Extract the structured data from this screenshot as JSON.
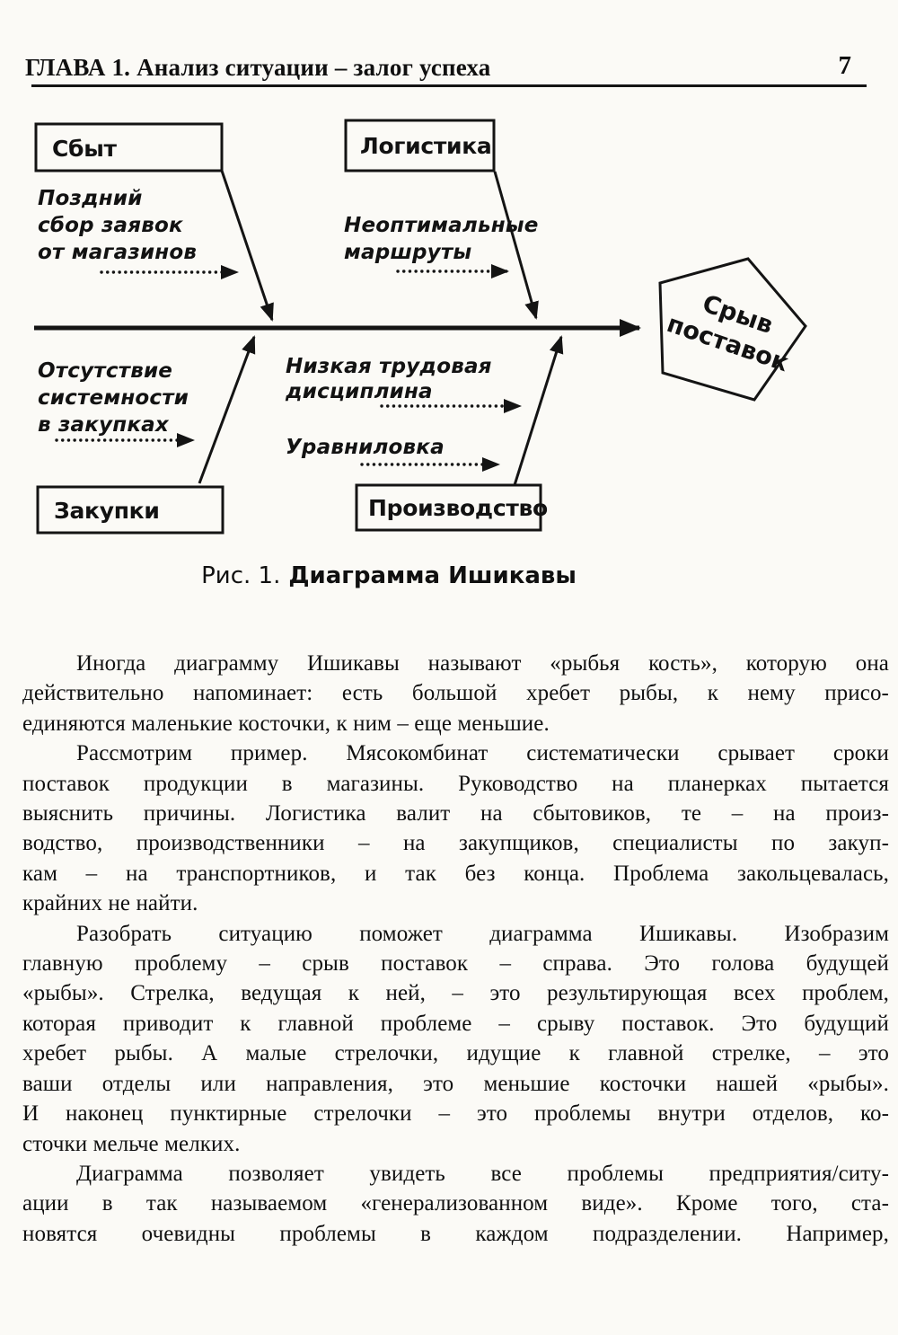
{
  "header": {
    "chapter_title": "ГЛАВА 1. Анализ ситуации – залог успеха",
    "page_number": "7"
  },
  "figure": {
    "type": "ishikawa-diagram",
    "caption_prefix": "Рис. 1.",
    "caption_title": "Диаграмма Ишикавы",
    "problem_head": {
      "lines": [
        "Срыв",
        "поставок"
      ]
    },
    "categories": [
      {
        "name": "Сбыт"
      },
      {
        "name": "Логистика"
      },
      {
        "name": "Закупки"
      },
      {
        "name": "Производство"
      }
    ],
    "causes": {
      "sbyt": {
        "lines": [
          "Поздний",
          "сбор заявок",
          "от магазинов"
        ]
      },
      "logistika": {
        "lines": [
          "Неоптимальные",
          "маршруты"
        ]
      },
      "zakupki": {
        "lines": [
          "Отсутствие",
          "системности",
          "в закупках"
        ]
      },
      "proizvodstvo1": {
        "lines": [
          "Низкая трудовая",
          "дисциплина"
        ]
      },
      "proizvodstvo2": {
        "lines": [
          "Уравниловка"
        ]
      }
    }
  },
  "body": {
    "paragraphs": [
      {
        "lines": [
          "Иногда диаграмму Ишикавы называют «рыбья кость», которую она",
          "действительно напоминает: есть большой хребет рыбы, к нему присо-",
          "единяются маленькие косточки, к ним – еще меньшие."
        ]
      },
      {
        "lines": [
          "Рассмотрим пример. Мясокомбинат систематически срывает сроки",
          "поставок продукции в магазины. Руководство на планерках пытается",
          "выяснить причины. Логистика валит на сбытовиков, те – на произ-",
          "водство, производственники – на закупщиков, специалисты по закуп-",
          "кам – на транспортников, и так без конца. Проблема закольцевалась,",
          "крайних не найти."
        ]
      },
      {
        "lines": [
          "Разобрать ситуацию поможет диаграмма Ишикавы. Изобразим",
          "главную проблему – срыв поставок – справа. Это голова будущей",
          "«рыбы». Стрелка, ведущая к ней, – это результирующая всех проблем,",
          "которая приводит к главной проблеме – срыву поставок. Это будущий",
          "хребет рыбы. А малые стрелочки, идущие к главной стрелке, – это",
          "ваши отделы или направления, это меньшие косточки нашей «рыбы».",
          "И наконец пунктирные стрелочки – это проблемы внутри отделов, ко-",
          "сточки мельче мелких."
        ]
      },
      {
        "lines": [
          "Диаграмма позволяет увидеть все проблемы предприятия/ситу-",
          "ации в так называемом «генерализованном виде». Кроме того, ста-",
          "новятся очевидны проблемы в каждом подразделении. Например,"
        ]
      }
    ]
  },
  "colors": {
    "ink": "#121212",
    "paper": "#fbfaf6"
  }
}
